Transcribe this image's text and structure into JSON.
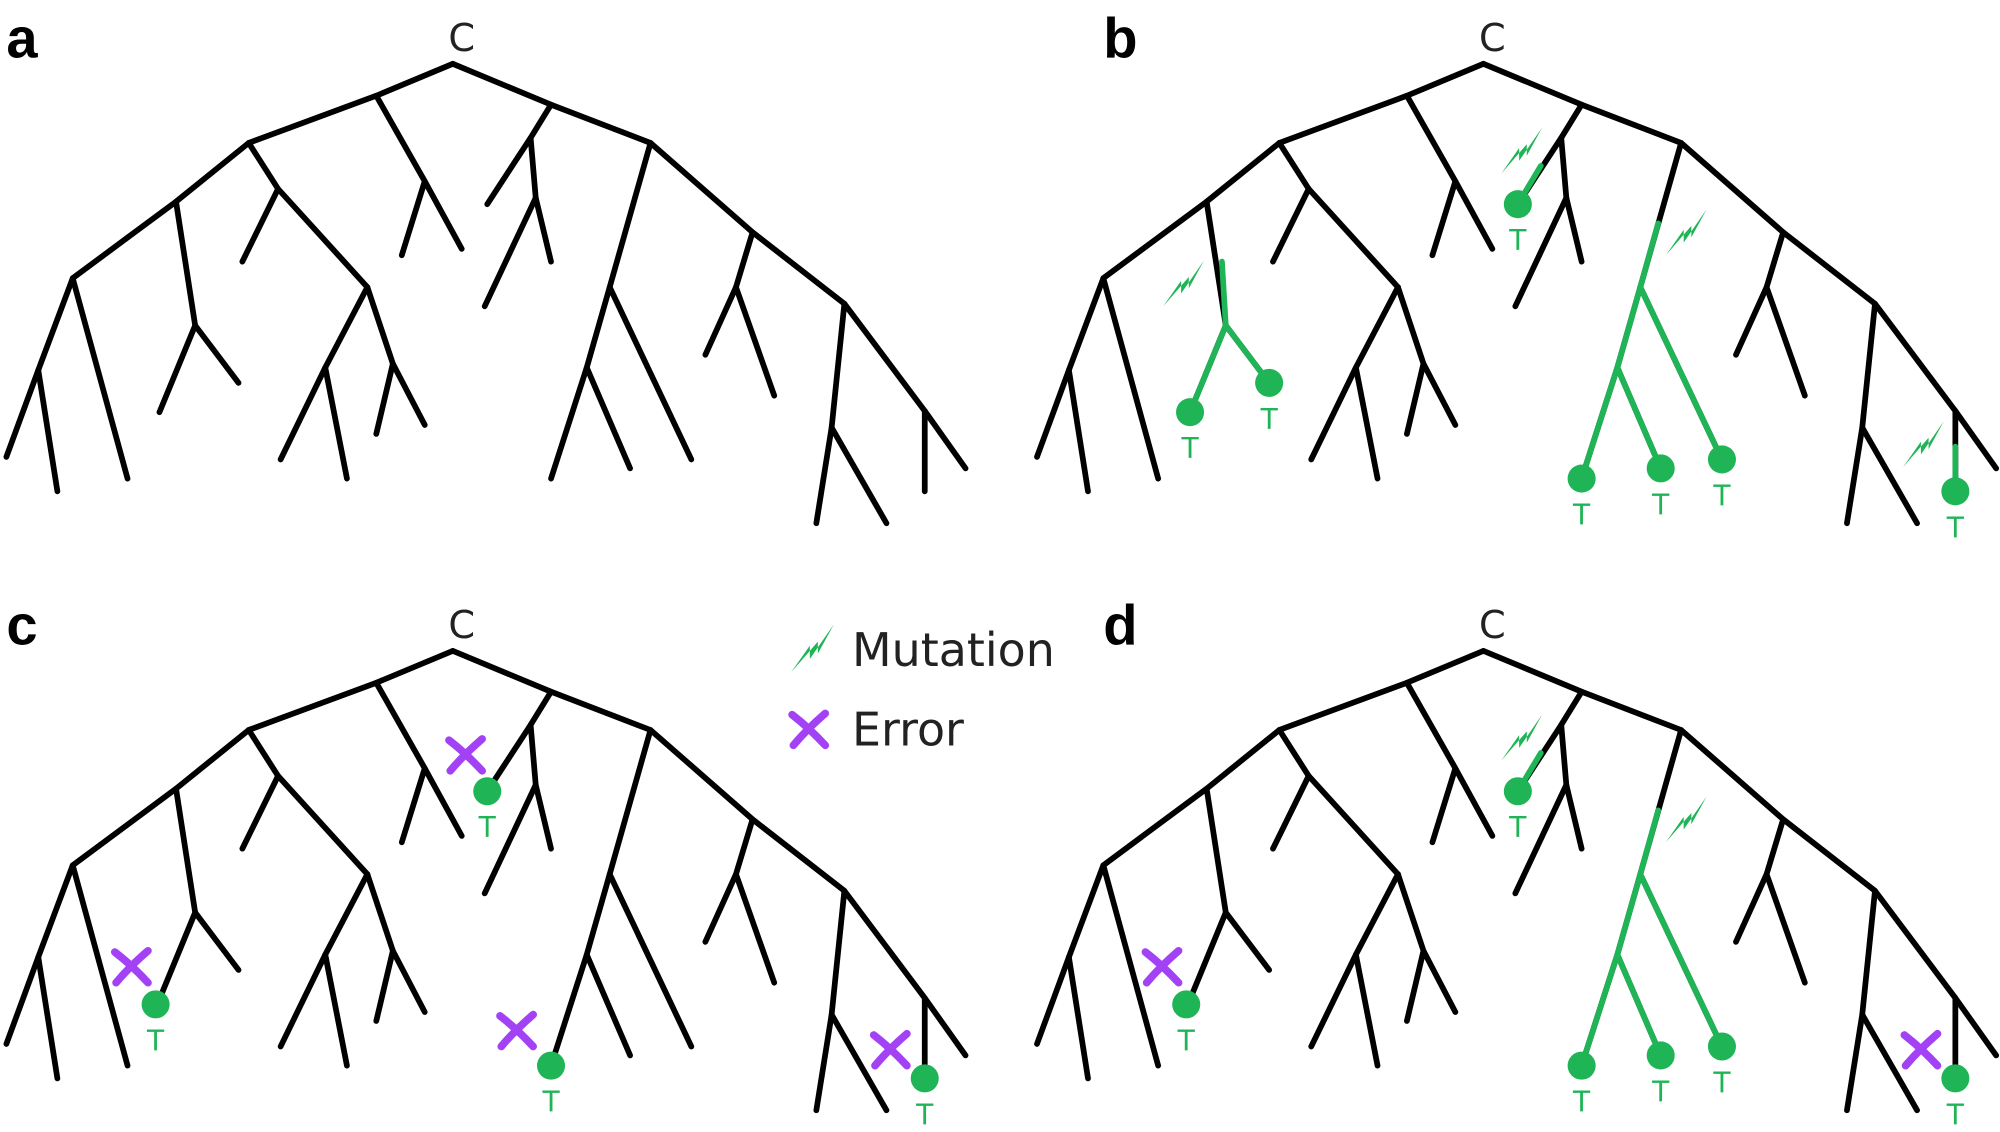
{
  "colors": {
    "branch": "#000000",
    "mutation": "#1fb556",
    "error": "#a342f5"
  },
  "root_label": "C",
  "tip_label": "T",
  "panels": [
    {
      "label": "a",
      "mutations": [],
      "errors": [],
      "green_tips": [],
      "green_branches": []
    },
    {
      "label": "b"
    },
    {
      "label": "c"
    },
    {
      "label": "d"
    }
  ],
  "legend": {
    "mutation": {
      "icon": "lightning-icon",
      "label": "Mutation"
    },
    "error": {
      "icon": "cross-icon",
      "label": "Error"
    }
  }
}
